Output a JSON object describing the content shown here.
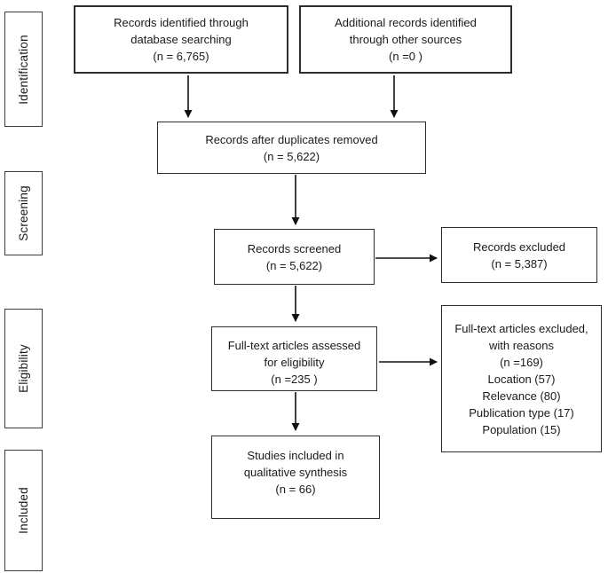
{
  "stages": [
    {
      "label": "Identification"
    },
    {
      "label": "Screening"
    },
    {
      "label": "Eligibility"
    },
    {
      "label": "Included"
    }
  ],
  "boxes": {
    "records_identified": {
      "text": "Records identified through\ndatabase searching\n(n = 6,765)"
    },
    "additional_records": {
      "text": "Additional records identified\nthrough other sources\n(n =0 )"
    },
    "duplicates_removed": {
      "text": "Records after duplicates removed\n(n =  5,622)"
    },
    "records_screened": {
      "text": "Records screened\n(n =  5,622)"
    },
    "records_excluded": {
      "text": "Records excluded\n(n =  5,387)"
    },
    "fulltext_assessed": {
      "text": "Full-text articles assessed\nfor eligibility\n(n =235 )"
    },
    "fulltext_excluded": {
      "text": "Full-text articles excluded,\nwith reasons\n(n =169)\nLocation (57)\nRelevance (80)\nPublication type (17)\nPopulation (15)"
    },
    "studies_included": {
      "text": "Studies included in\nqualitative synthesis\n(n = 66)"
    }
  },
  "colors": {
    "text": "#1a1a1a",
    "border": "#2d2d2d",
    "background": "#ffffff"
  }
}
